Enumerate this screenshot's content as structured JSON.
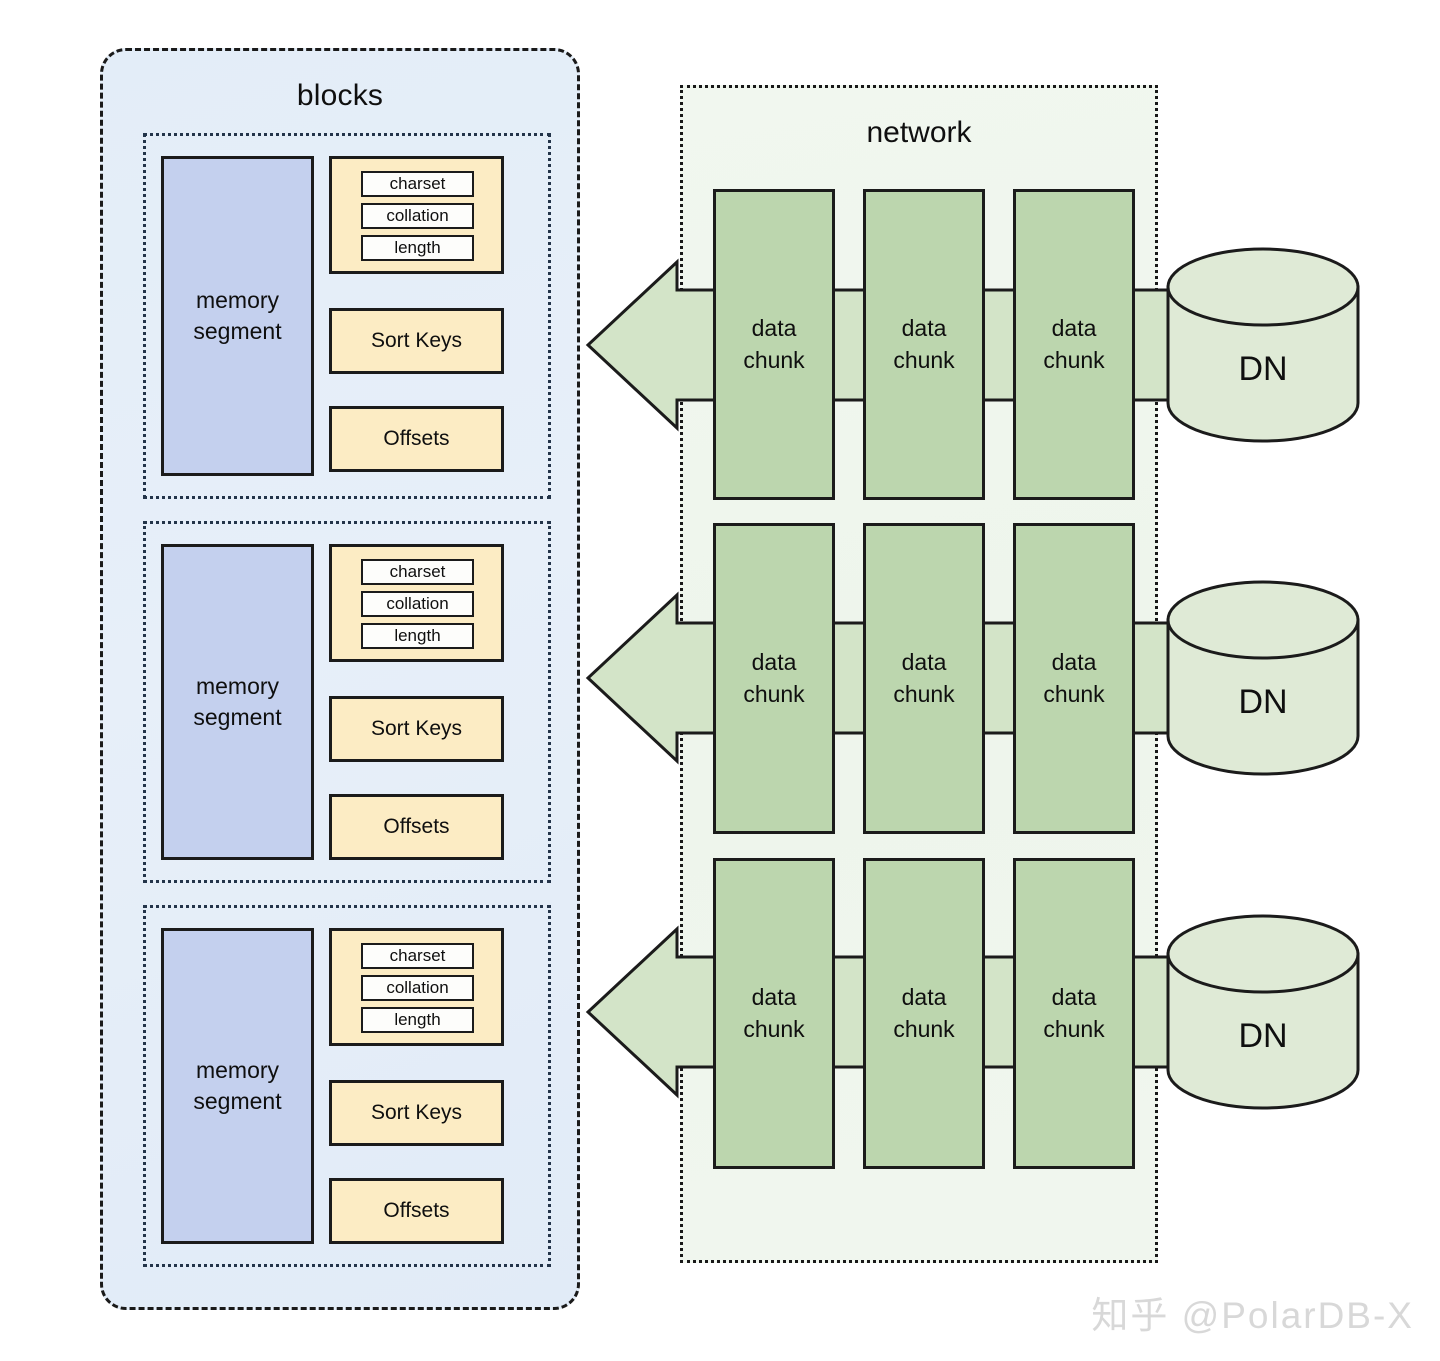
{
  "diagram": {
    "title_blocks": "blocks",
    "title_network": "network",
    "watermark": "知乎 @PolarDB-X"
  },
  "colors": {
    "blocks_fill": "#e4eef8",
    "blocks_border": "#1a1a1a",
    "memory_segment_fill": "#c4d0ee",
    "attribute_fill": "#fcecc4",
    "meta_item_fill": "#fdfdfb",
    "network_fill": "#f0f6ee",
    "data_chunk_fill": "#bcd6ae",
    "arrow_fill": "#d3e4c8",
    "dn_fill": "#dfead6",
    "stroke": "#1b1b1b",
    "watermark": "#d8d8d8"
  },
  "blocks": {
    "label": "blocks",
    "segments": [
      {
        "memory_segment_label": "memory\nsegment",
        "meta_items": [
          "charset",
          "collation",
          "length"
        ],
        "sort_keys_label": "Sort Keys",
        "offsets_label": "Offsets"
      },
      {
        "memory_segment_label": "memory\nsegment",
        "meta_items": [
          "charset",
          "collation",
          "length"
        ],
        "sort_keys_label": "Sort Keys",
        "offsets_label": "Offsets"
      },
      {
        "memory_segment_label": "memory\nsegment",
        "meta_items": [
          "charset",
          "collation",
          "length"
        ],
        "sort_keys_label": "Sort Keys",
        "offsets_label": "Offsets"
      }
    ]
  },
  "network": {
    "label": "network",
    "rows": [
      {
        "chunks": [
          "data\nchunk",
          "data\nchunk",
          "data\nchunk"
        ],
        "dn_label": "DN",
        "arrow_direction": "left"
      },
      {
        "chunks": [
          "data\nchunk",
          "data\nchunk",
          "data\nchunk"
        ],
        "dn_label": "DN",
        "arrow_direction": "left"
      },
      {
        "chunks": [
          "data\nchunk",
          "data\nchunk",
          "data\nchunk"
        ],
        "dn_label": "DN",
        "arrow_direction": "left"
      }
    ]
  }
}
